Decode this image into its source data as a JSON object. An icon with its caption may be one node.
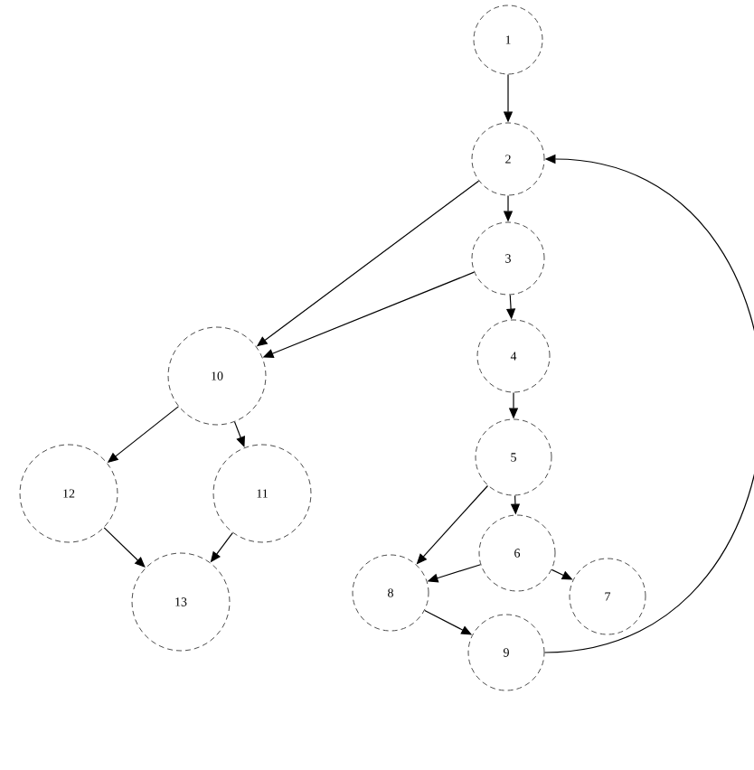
{
  "diagram": {
    "nodes": [
      {
        "text": [
          "1"
        ]
      },
      {
        "text": [
          "2"
        ]
      },
      {
        "text": [
          "3"
        ]
      },
      {
        "text": [
          "4"
        ]
      },
      {
        "text": [
          "5"
        ]
      },
      {
        "text": [
          "6"
        ]
      },
      {
        "text": [
          "7"
        ]
      },
      {
        "text": [
          "8"
        ]
      },
      {
        "text": [
          "9"
        ]
      },
      {
        "text": [
          "10"
        ]
      },
      {
        "text": [
          "11"
        ]
      },
      {
        "text": [
          "12"
        ]
      },
      {
        "text": [
          "13"
        ]
      }
    ],
    "edges": [
      {
        "from": 0,
        "to": 1,
        "arrow": "to"
      },
      {
        "from": 1,
        "to": 2,
        "arrow": "to"
      },
      {
        "from": 2,
        "to": 3,
        "arrow": "to"
      },
      {
        "from": 3,
        "to": 4,
        "arrow": "to"
      },
      {
        "from": 4,
        "to": 5,
        "arrow": "to"
      },
      {
        "from": 4,
        "to": 7,
        "arrow": "to"
      },
      {
        "from": 5,
        "to": 7,
        "arrow": "to"
      },
      {
        "from": 5,
        "to": 6,
        "arrow": "to"
      },
      {
        "from": 7,
        "to": 8,
        "arrow": "to"
      },
      {
        "from": 8,
        "to": 1,
        "arrow": "to"
      },
      {
        "from": 1,
        "to": 9,
        "arrow": "to"
      },
      {
        "from": 2,
        "to": 9,
        "arrow": "to"
      },
      {
        "from": 9,
        "to": 11,
        "arrow": "to"
      },
      {
        "from": 9,
        "to": 10,
        "arrow": "to"
      },
      {
        "from": 11,
        "to": 12,
        "arrow": "to"
      },
      {
        "from": 10,
        "to": 12,
        "arrow": "to"
      }
    ]
  }
}
